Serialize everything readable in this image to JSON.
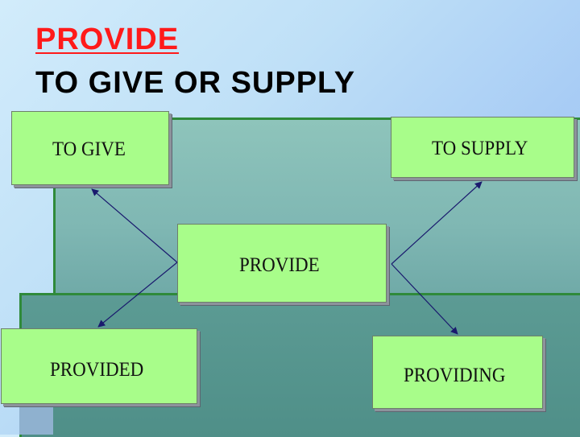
{
  "slide": {
    "title": "PROVIDE",
    "subtitle": "TO GIVE OR SUPPLY"
  },
  "diagram": {
    "center": "PROVIDE",
    "nodes": {
      "top_left": "TO GIVE",
      "top_right": "TO SUPPLY",
      "bottom_left": "PROVIDED",
      "bottom_right": "PROVIDING"
    }
  },
  "colors": {
    "title": "#ff1a1a",
    "box_fill": "#a8fd8a",
    "arrow": "#1a1a6e"
  }
}
